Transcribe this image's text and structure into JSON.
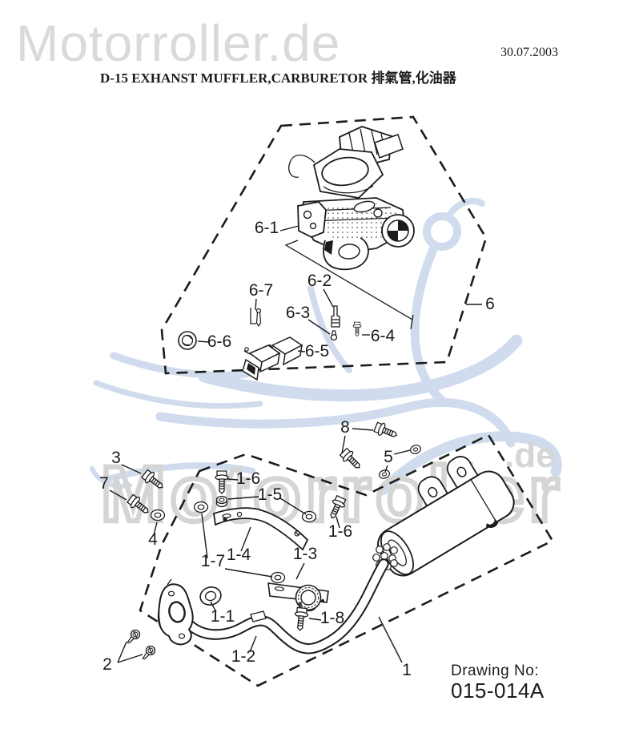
{
  "page": {
    "background": "#ffffff",
    "ink_color": "#1c1c1c"
  },
  "header": {
    "date": "30.07.2003",
    "title": "D-15 EXHANST MUFFLER,CARBURETOR 排氣管,化油器"
  },
  "watermarks": {
    "top": "Motorroller.de",
    "middle": "Motorroller",
    "middle_suffix": ".de",
    "gray_color": "#d7d7d7",
    "blue_color": "#cbd9ec"
  },
  "footer": {
    "drawing_no_label": "Drawing No:",
    "drawing_no_value": "015-014A"
  },
  "callouts": {
    "upper": [
      {
        "text": "6-1"
      },
      {
        "text": "6-2"
      },
      {
        "text": "6-3"
      },
      {
        "text": "6-4"
      },
      {
        "text": "6-5"
      },
      {
        "text": "6-6"
      },
      {
        "text": "6-7"
      },
      {
        "text": "6"
      }
    ],
    "lower": [
      {
        "text": "1"
      },
      {
        "text": "1-1"
      },
      {
        "text": "1-2"
      },
      {
        "text": "1-3"
      },
      {
        "text": "1-4"
      },
      {
        "text": "1-5"
      },
      {
        "text": "1-6"
      },
      {
        "text": "1-6"
      },
      {
        "text": "1-7"
      },
      {
        "text": "1-8"
      },
      {
        "text": "2"
      },
      {
        "text": "3"
      },
      {
        "text": "4"
      },
      {
        "text": "5"
      },
      {
        "text": "7"
      },
      {
        "text": "8"
      }
    ]
  }
}
